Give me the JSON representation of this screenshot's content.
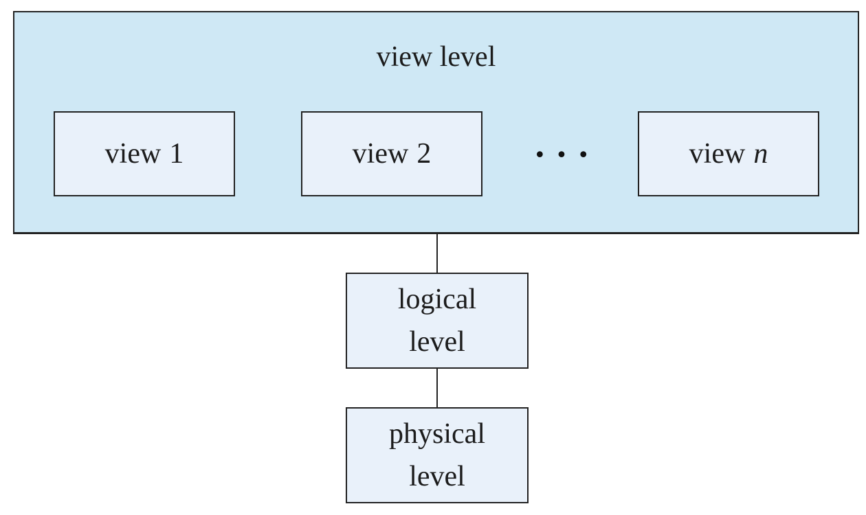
{
  "diagram": {
    "title": "view level",
    "views": [
      {
        "prefix": "view",
        "suffix": "1"
      },
      {
        "prefix": "view",
        "suffix": "2"
      },
      {
        "prefix": "view",
        "suffix": "n"
      }
    ],
    "ellipsis": "•••",
    "levels": {
      "logical": {
        "line1": "logical",
        "line2": "level"
      },
      "physical": {
        "line1": "physical",
        "line2": "level"
      }
    }
  },
  "colors": {
    "outer_fill": "#cfe8f5",
    "inner_fill": "#e9f1fa",
    "line_color": "#222222",
    "text_color": "#1c1c1c"
  }
}
